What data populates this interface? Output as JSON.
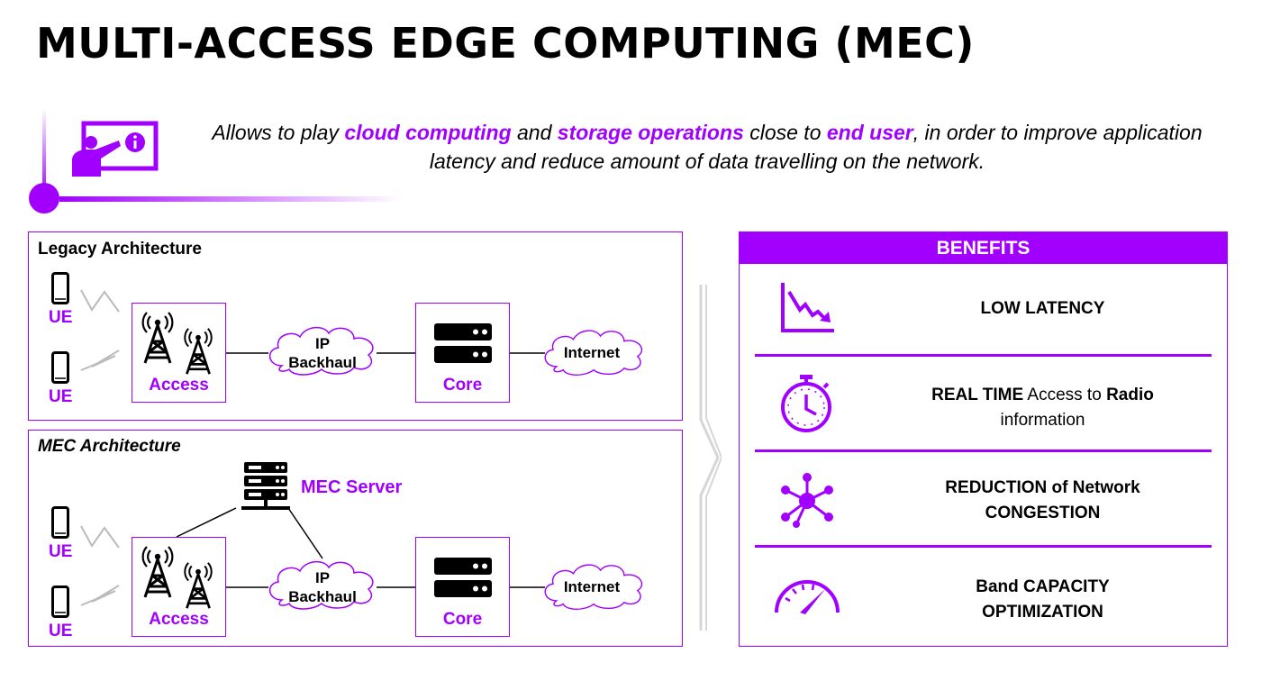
{
  "page": {
    "title": "MULTI-ACCESS EDGE COMPUTING (MEC)"
  },
  "intro": {
    "p1": "Allows to play ",
    "hl1": "cloud computing",
    "p2": " and ",
    "hl2": "storage operations",
    "p3": " close to ",
    "hl3": "end user",
    "p4": ", in order to improve application latency and reduce amount of data travelling on the network."
  },
  "legacy": {
    "title": "Legacy Architecture",
    "ue_top": "UE",
    "ue_bottom": "UE",
    "access": "Access",
    "backhaul_line1": "IP",
    "backhaul_line2": "Backhaul",
    "core": "Core",
    "internet": "Internet"
  },
  "mec": {
    "title": "MEC Architecture",
    "server": "MEC Server",
    "ue_top": "UE",
    "ue_bottom": "UE",
    "access": "Access",
    "backhaul_line1": "IP",
    "backhaul_line2": "Backhaul",
    "core": "Core",
    "internet": "Internet"
  },
  "benefits": {
    "header": "BENEFITS",
    "items": [
      {
        "icon": "latency-chart-icon",
        "b1": "LOW LATENCY"
      },
      {
        "icon": "stopwatch-icon",
        "b1": "REAL TIME",
        "t1": " Access to ",
        "b2": "Radio",
        "t2": "information"
      },
      {
        "icon": "network-hub-icon",
        "b1": "REDUCTION of Network",
        "b2": "CONGESTION"
      },
      {
        "icon": "speedometer-icon",
        "b1": "Band CAPACITY",
        "b2": "OPTIMIZATION"
      }
    ]
  },
  "colors": {
    "accent": "#a100ff",
    "text": "#000000",
    "background": "#ffffff"
  }
}
